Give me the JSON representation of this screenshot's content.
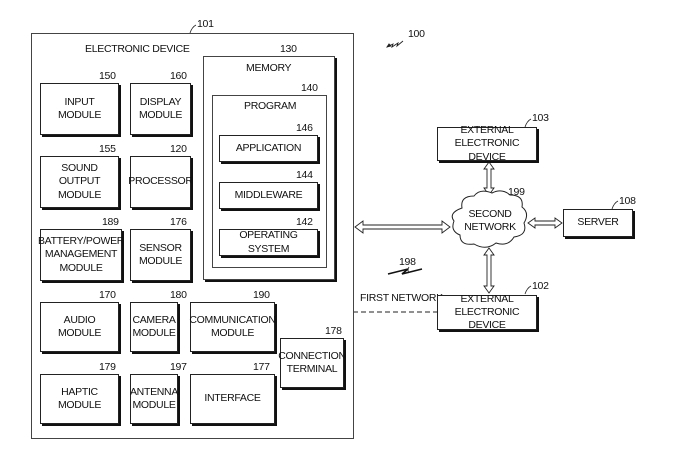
{
  "figure_ref": "100",
  "electronic_device": {
    "label": "ELECTRONIC DEVICE",
    "ref": "101",
    "modules": {
      "input": {
        "label": "INPUT MODULE",
        "line1": "INPUT",
        "line2": "MODULE",
        "ref": "150"
      },
      "display": {
        "label": "DISPLAY MODULE",
        "line1": "DISPLAY",
        "line2": "MODULE",
        "ref": "160"
      },
      "sound": {
        "line1": "SOUND",
        "line2": "OUTPUT",
        "line3": "MODULE",
        "ref": "155"
      },
      "processor": {
        "line1": "PROCESSOR",
        "ref": "120"
      },
      "battery": {
        "line1": "BATTERY/POWER",
        "line2": "MANAGEMENT",
        "line3": "MODULE",
        "ref": "189"
      },
      "sensor": {
        "line1": "SENSOR",
        "line2": "MODULE",
        "ref": "176"
      },
      "audio": {
        "line1": "AUDIO",
        "line2": "MODULE",
        "ref": "170"
      },
      "camera": {
        "line1": "CAMERA",
        "line2": "MODULE",
        "ref": "180"
      },
      "communication": {
        "line1": "COMMUNICATION",
        "line2": "MODULE",
        "ref": "190"
      },
      "connection_terminal": {
        "line1": "CONNECTION",
        "line2": "TERMINAL",
        "ref": "178"
      },
      "haptic": {
        "line1": "HAPTIC",
        "line2": "MODULE",
        "ref": "179"
      },
      "antenna": {
        "line1": "ANTENNA",
        "line2": "MODULE",
        "ref": "197"
      },
      "interface": {
        "line1": "INTERFACE",
        "ref": "177"
      }
    },
    "memory": {
      "label": "MEMORY",
      "ref": "130",
      "program": {
        "label": "PROGRAM",
        "ref": "140",
        "application": {
          "label": "APPLICATION",
          "ref": "146"
        },
        "middleware": {
          "label": "MIDDLEWARE",
          "ref": "144"
        },
        "os": {
          "label": "OPERATING SYSTEM",
          "ref": "142"
        }
      }
    }
  },
  "external_device_103": {
    "line1": "EXTERNAL",
    "line2": "ELECTRONIC DEVICE",
    "ref": "103"
  },
  "external_device_102": {
    "line1": "EXTERNAL",
    "line2": "ELECTRONIC DEVICE",
    "ref": "102"
  },
  "second_network": {
    "line1": "SECOND",
    "line2": "NETWORK",
    "ref": "199"
  },
  "server": {
    "label": "SERVER",
    "ref": "108"
  },
  "first_network": {
    "label": "FIRST NETWORK",
    "ref": "198"
  }
}
